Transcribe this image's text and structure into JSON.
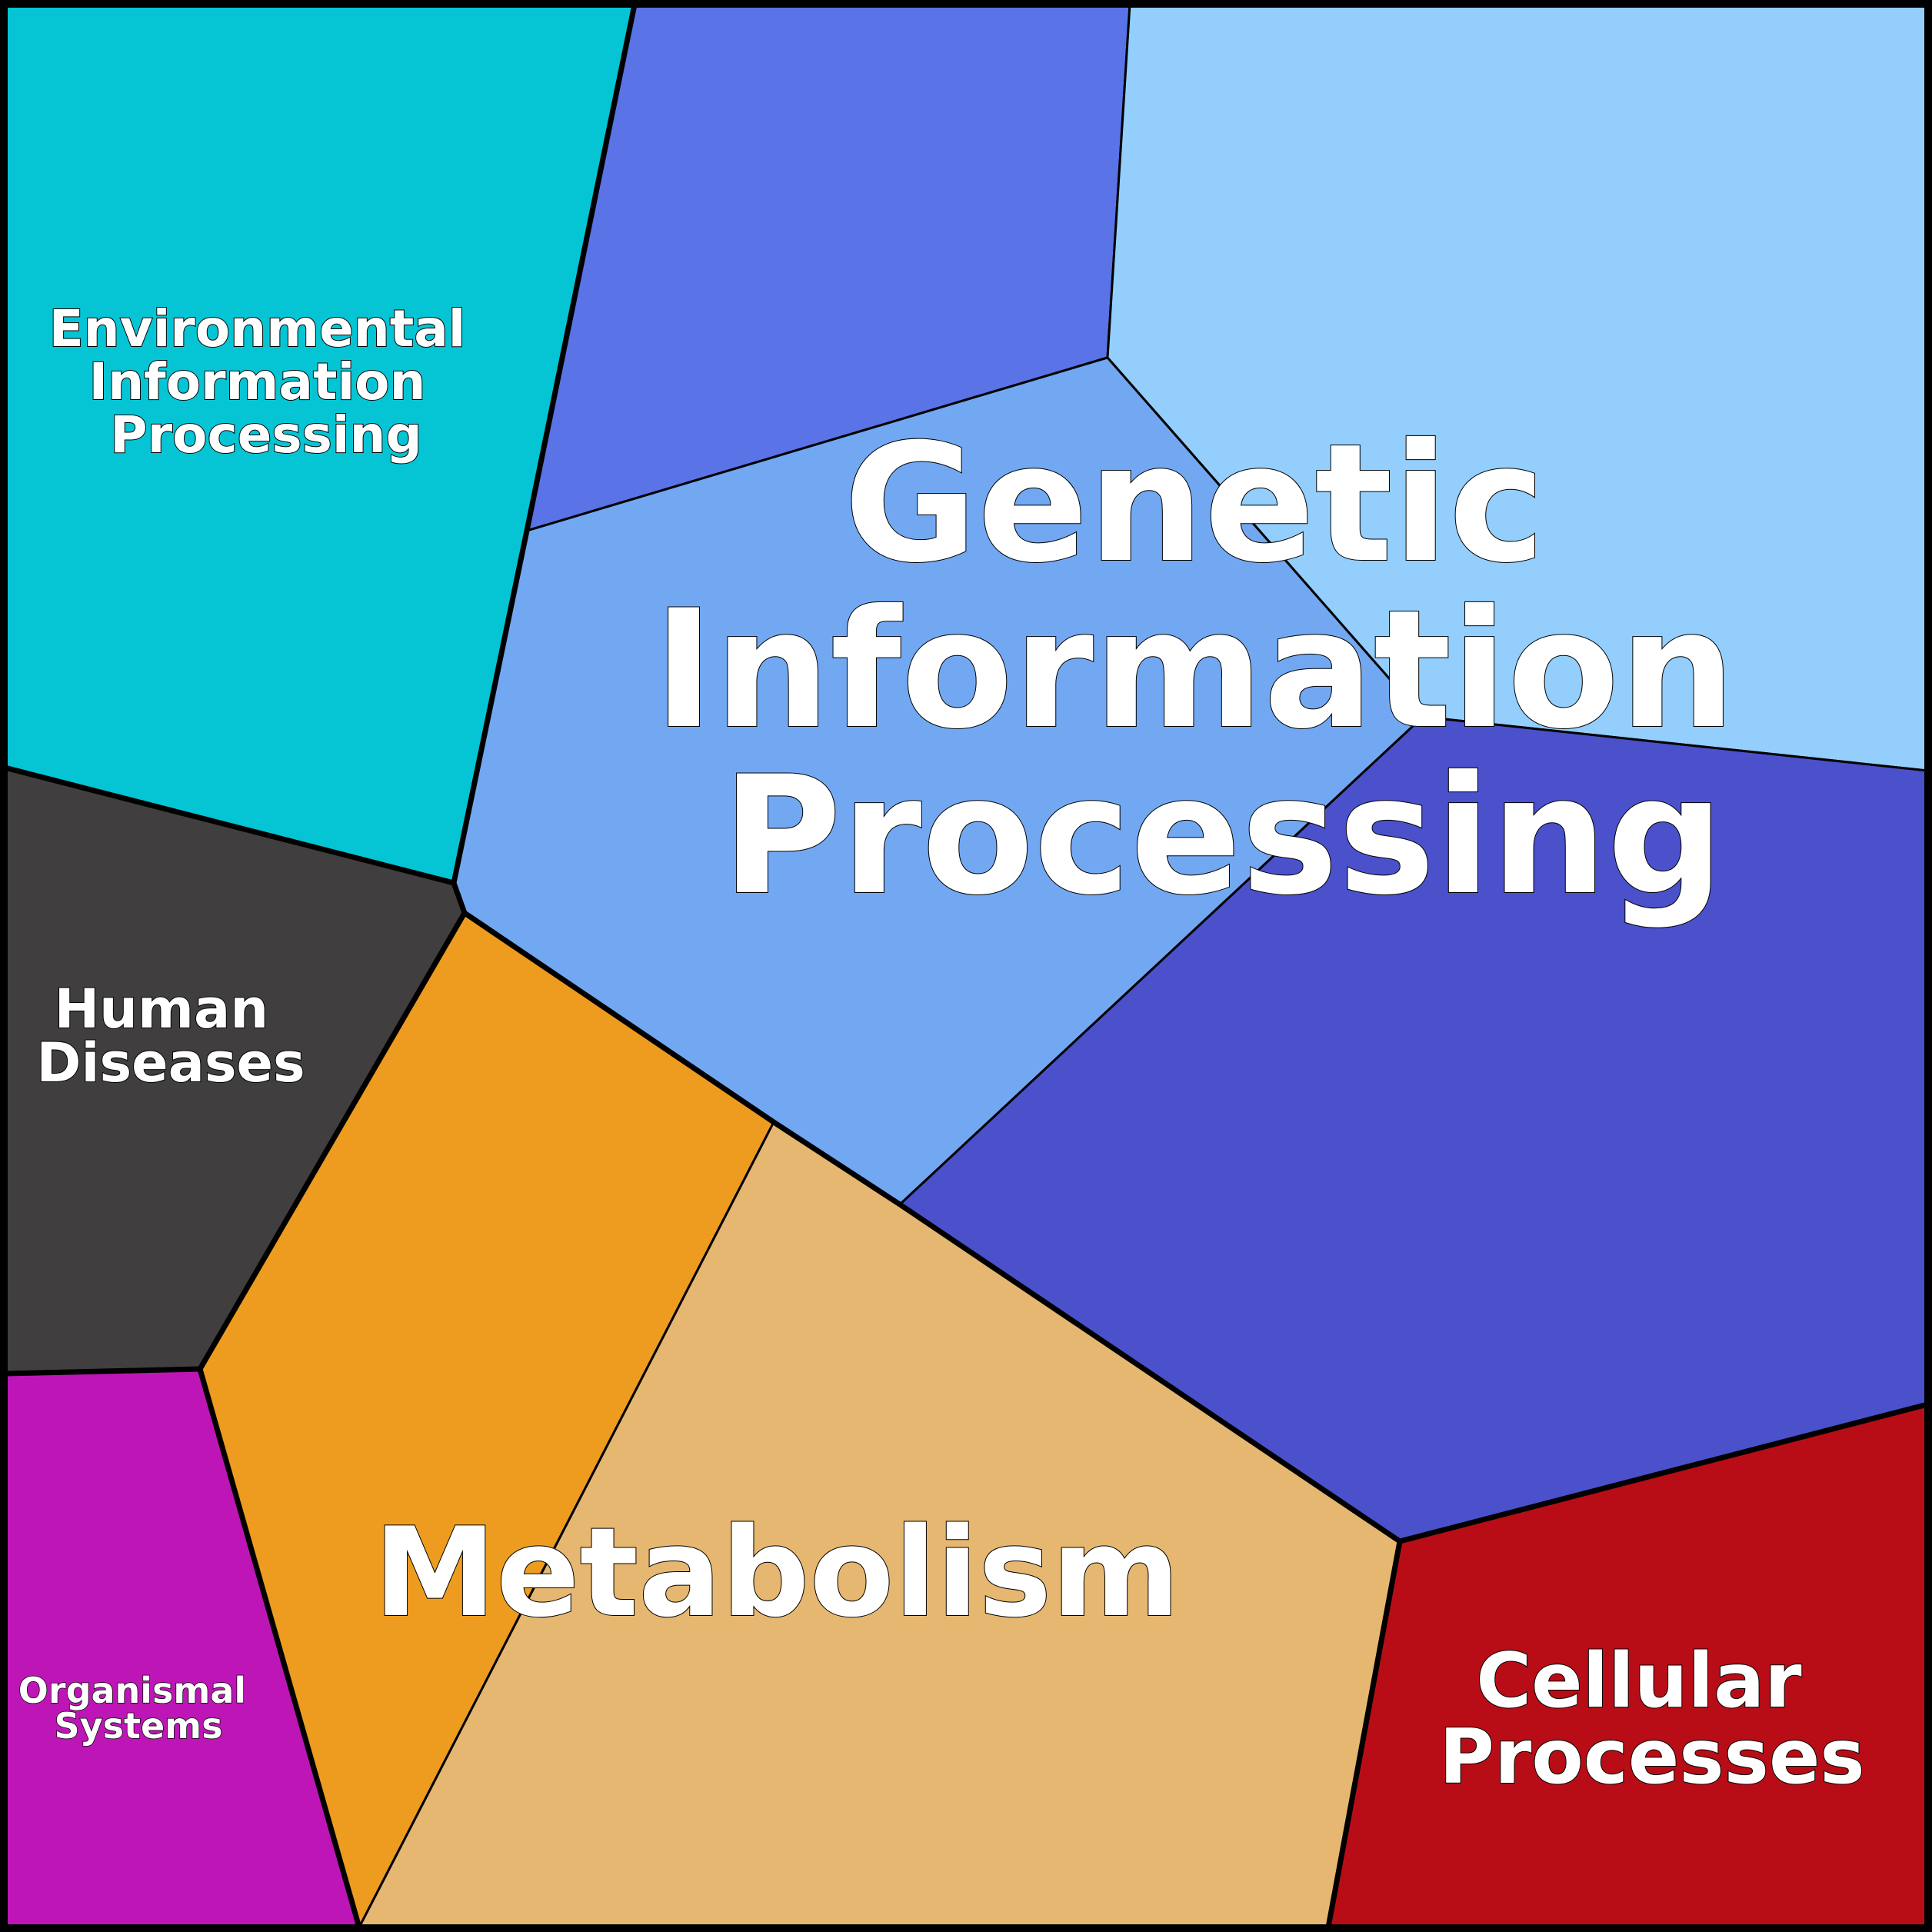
{
  "categories": {
    "environmental": {
      "label_lines": [
        "Environmental",
        "Information",
        "Processing"
      ],
      "color": "#05C5D5"
    },
    "genetic": {
      "label_lines": [
        "Genetic",
        "Information",
        "Processing"
      ],
      "colors": [
        "#5A73E6",
        "#93CEFC",
        "#72A8F2",
        "#4A51CB"
      ]
    },
    "human_diseases": {
      "label_lines": [
        "Human",
        "Diseases"
      ],
      "color": "#403E3F"
    },
    "metabolism": {
      "label_lines": [
        "Metabolism"
      ],
      "colors": [
        "#EE9C1F",
        "#E6B771"
      ]
    },
    "organismal": {
      "label_lines": [
        "Organismal",
        "Systems"
      ],
      "color": "#BE16B6"
    },
    "cellular": {
      "label_lines": [
        "Cellular",
        "Processes"
      ],
      "color": "#B80D16"
    }
  }
}
